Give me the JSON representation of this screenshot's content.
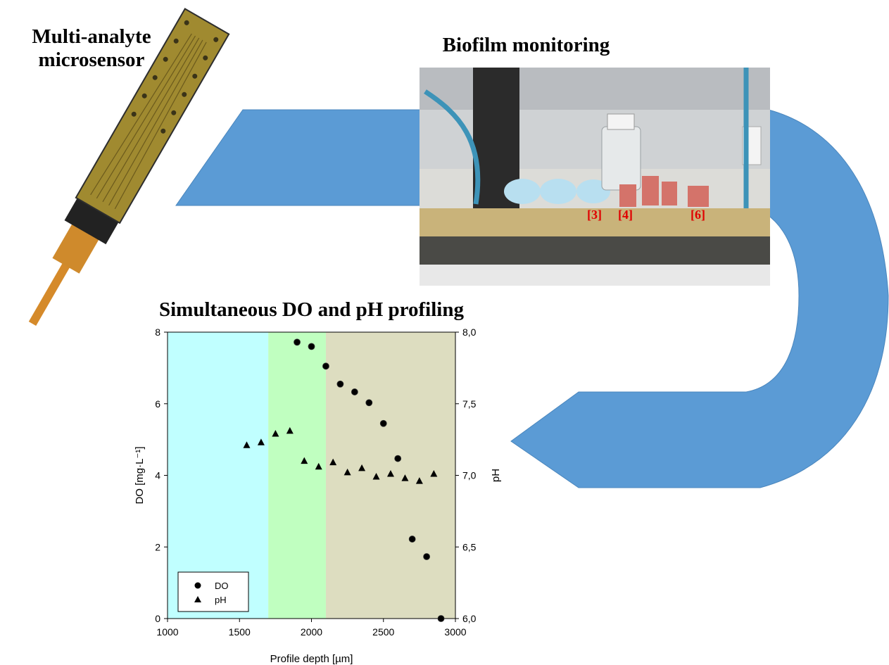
{
  "headings": {
    "sensor_line1": "Multi-analyte",
    "sensor_line2": "microsensor",
    "biofilm": "Biofilm monitoring",
    "profiling": "Simultaneous DO and pH profiling"
  },
  "photo": {
    "tags": [
      "[3]",
      "[4]",
      "[6]"
    ]
  },
  "colors": {
    "arrow": "#5b9bd5",
    "zone_1": "#c0ffff",
    "zone_2": "#c0ffc0",
    "zone_3": "#ddddc0",
    "tag": "#e00000"
  },
  "chart_data": {
    "type": "scatter",
    "title": "Simultaneous DO and pH profiling",
    "xlabel": "Profile depth [µm]",
    "ylabel": "DO [mg·L⁻¹]",
    "y2label": "pH",
    "xlim": [
      1000,
      3000
    ],
    "ylim": [
      0,
      8
    ],
    "y2lim": [
      6.0,
      8.0
    ],
    "x_ticks": [
      "1000",
      "1500",
      "2000",
      "2500",
      "3000"
    ],
    "y_ticks": [
      "0",
      "2",
      "4",
      "6",
      "8"
    ],
    "y2_ticks": [
      "6,0",
      "6,5",
      "7,0",
      "7,5",
      "8,0"
    ],
    "legend_position": "bottom-left",
    "background_zones": [
      {
        "from": 1000,
        "to": 1700,
        "color": "#c0ffff"
      },
      {
        "from": 1700,
        "to": 2100,
        "color": "#c0ffc0"
      },
      {
        "from": 2100,
        "to": 3000,
        "color": "#ddddc0"
      }
    ],
    "series": [
      {
        "name": "DO",
        "axis": "left",
        "marker": "circle",
        "color": "#000000",
        "x": [
          1900,
          2000,
          2100,
          2200,
          2300,
          2400,
          2500,
          2600,
          2700,
          2800,
          2900
        ],
        "y": [
          7.72,
          7.6,
          7.05,
          6.55,
          6.33,
          6.03,
          5.45,
          4.47,
          2.22,
          1.73,
          0.0
        ]
      },
      {
        "name": "pH",
        "axis": "right",
        "marker": "triangle",
        "color": "#000000",
        "x": [
          1550,
          1650,
          1750,
          1850,
          1950,
          2050,
          2150,
          2250,
          2350,
          2450,
          2550,
          2650,
          2750,
          2850
        ],
        "y": [
          7.21,
          7.23,
          7.29,
          7.31,
          7.1,
          7.06,
          7.09,
          7.02,
          7.05,
          6.99,
          7.01,
          6.98,
          6.96,
          7.01
        ]
      }
    ]
  }
}
